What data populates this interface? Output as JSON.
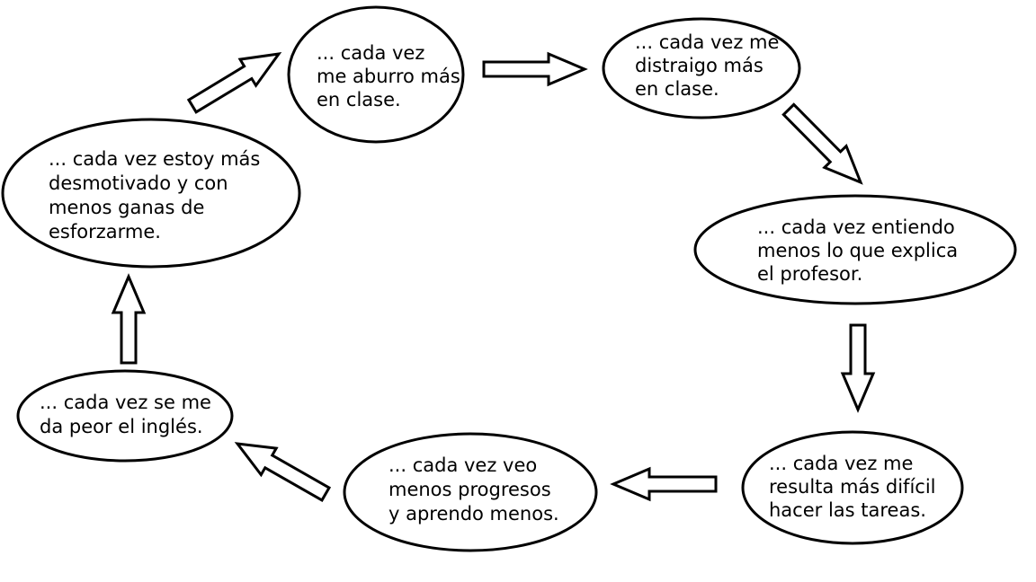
{
  "diagram": {
    "nodes": [
      {
        "id": "aburro",
        "lines": [
          "... cada vez",
          "me aburro más",
          "en clase."
        ]
      },
      {
        "id": "distraigo",
        "lines": [
          "... cada vez me",
          "distraigo más",
          "en clase."
        ]
      },
      {
        "id": "entiendo",
        "lines": [
          "... cada vez entiendo",
          "menos lo que explica",
          "el profesor."
        ]
      },
      {
        "id": "dificil",
        "lines": [
          "... cada vez me",
          "resulta más difícil",
          "hacer las tareas."
        ]
      },
      {
        "id": "progresos",
        "lines": [
          "... cada vez veo",
          "menos progresos",
          "y aprendo menos."
        ]
      },
      {
        "id": "ingles",
        "lines": [
          "... cada vez se me",
          "da peor el inglés."
        ]
      },
      {
        "id": "desmotivado",
        "lines": [
          "... cada vez estoy más",
          "desmotivado y con",
          "menos ganas de",
          "esforzarme."
        ]
      }
    ],
    "edges": [
      {
        "from": "desmotivado",
        "to": "aburro"
      },
      {
        "from": "aburro",
        "to": "distraigo"
      },
      {
        "from": "distraigo",
        "to": "entiendo"
      },
      {
        "from": "entiendo",
        "to": "dificil"
      },
      {
        "from": "dificil",
        "to": "progresos"
      },
      {
        "from": "progresos",
        "to": "ingles"
      },
      {
        "from": "ingles",
        "to": "desmotivado"
      }
    ]
  }
}
